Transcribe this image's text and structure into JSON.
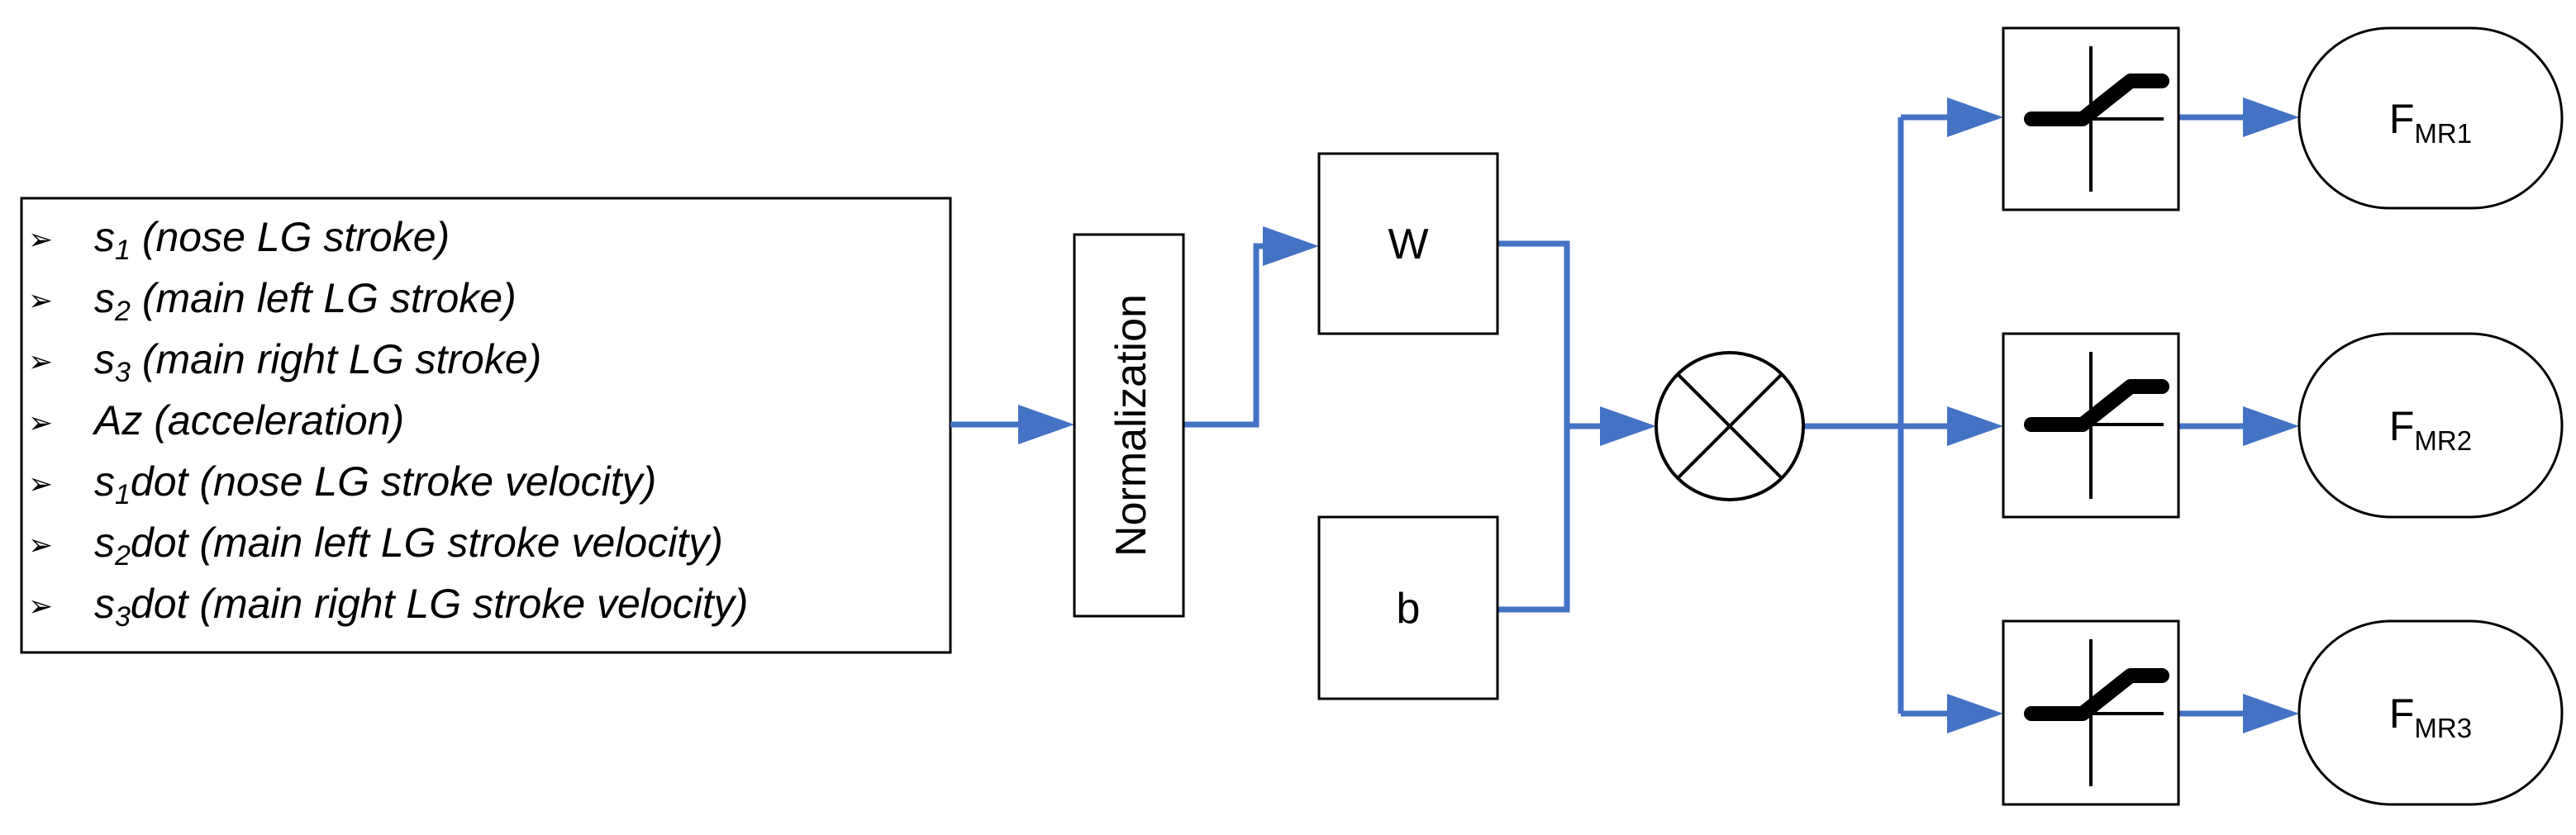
{
  "inputs": {
    "bullet_symbol": "➢",
    "items": [
      {
        "var": "s",
        "sub": "1",
        "rest": " (nose LG stroke)"
      },
      {
        "var": "s",
        "sub": "2",
        "rest": " (main left LG stroke)"
      },
      {
        "var": "s",
        "sub": "3",
        "rest": " (main right LG stroke)"
      },
      {
        "var": "Az",
        "sub": "",
        "rest": " (acceleration)"
      },
      {
        "var": "s",
        "sub": "1",
        "rest": "dot (nose LG stroke velocity)"
      },
      {
        "var": "s",
        "sub": "2",
        "rest": "dot (main left LG stroke velocity)"
      },
      {
        "var": "s",
        "sub": "3",
        "rest": "dot (main right LG stroke velocity)"
      }
    ]
  },
  "normalization": {
    "label": "Normalization"
  },
  "weight": {
    "label": "W"
  },
  "bias": {
    "label": "b"
  },
  "combiner": {
    "icon": "multiply-circle-icon"
  },
  "activations": {
    "icon": "saturation-activation-icon"
  },
  "outputs": [
    {
      "main": "F",
      "sub": "MR1"
    },
    {
      "main": "F",
      "sub": "MR2"
    },
    {
      "main": "F",
      "sub": "MR3"
    }
  ],
  "colors": {
    "flow": "#4472c4",
    "stroke": "#000000",
    "background": "#ffffff"
  }
}
